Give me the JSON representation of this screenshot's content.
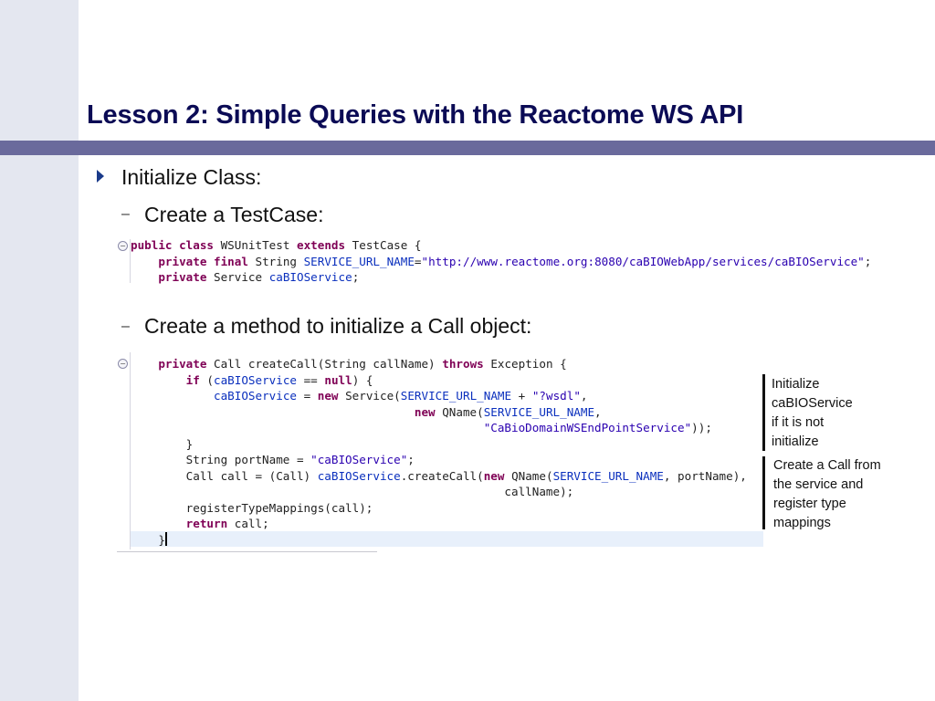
{
  "slide": {
    "title": "Lesson 2: Simple Queries with the Reactome WS API",
    "bullet1": "Initialize Class:",
    "sub1": "Create a TestCase:",
    "sub2": "Create a method to initialize a Call object:",
    "dash_glyph": "–",
    "fold_glyph": "−"
  },
  "code1": [
    [
      [
        "kw",
        "public "
      ],
      [
        "kw",
        "class "
      ],
      [
        "p",
        "WSUnitTest "
      ],
      [
        "kw",
        "extends "
      ],
      [
        "p",
        "TestCase {"
      ]
    ],
    [
      [
        "p",
        "    "
      ],
      [
        "kw",
        "private "
      ],
      [
        "kw",
        "final "
      ],
      [
        "p",
        "String "
      ],
      [
        "fld",
        "SERVICE_URL_NAME"
      ],
      [
        "p",
        "="
      ],
      [
        "str",
        "\"http://www.reactome.org:8080/caBIOWebApp/services/caBIOService\""
      ],
      [
        "p",
        ";"
      ]
    ],
    [
      [
        "p",
        "    "
      ],
      [
        "kw",
        "private "
      ],
      [
        "p",
        "Service "
      ],
      [
        "fld",
        "caBIOService"
      ],
      [
        "p",
        ";"
      ]
    ]
  ],
  "code2": [
    [
      [
        "p",
        "    "
      ],
      [
        "kw",
        "private "
      ],
      [
        "p",
        "Call createCall(String callName) "
      ],
      [
        "kw",
        "throws "
      ],
      [
        "p",
        "Exception {"
      ]
    ],
    [
      [
        "p",
        "        "
      ],
      [
        "kw",
        "if "
      ],
      [
        "p",
        "("
      ],
      [
        "fld",
        "caBIOService"
      ],
      [
        "p",
        " == "
      ],
      [
        "kw",
        "null"
      ],
      [
        "p",
        ") {"
      ]
    ],
    [
      [
        "p",
        "            "
      ],
      [
        "fld",
        "caBIOService"
      ],
      [
        "p",
        " = "
      ],
      [
        "kw",
        "new "
      ],
      [
        "p",
        "Service("
      ],
      [
        "fld",
        "SERVICE_URL_NAME"
      ],
      [
        "p",
        " + "
      ],
      [
        "str",
        "\"?wsdl\""
      ],
      [
        "p",
        ","
      ]
    ],
    [
      [
        "p",
        "                                         "
      ],
      [
        "kw",
        "new "
      ],
      [
        "p",
        "QName("
      ],
      [
        "fld",
        "SERVICE_URL_NAME"
      ],
      [
        "p",
        ","
      ]
    ],
    [
      [
        "p",
        "                                                   "
      ],
      [
        "str",
        "\"CaBioDomainWSEndPointService\""
      ],
      [
        "p",
        "));"
      ]
    ],
    [
      [
        "p",
        "        }"
      ]
    ],
    [
      [
        "p",
        "        String portName = "
      ],
      [
        "str",
        "\"caBIOService\""
      ],
      [
        "p",
        ";"
      ]
    ],
    [
      [
        "p",
        "        Call call = (Call) "
      ],
      [
        "fld",
        "caBIOService"
      ],
      [
        "p",
        ".createCall("
      ],
      [
        "kw",
        "new "
      ],
      [
        "p",
        "QName("
      ],
      [
        "fld",
        "SERVICE_URL_NAME"
      ],
      [
        "p",
        ", portName),"
      ]
    ],
    [
      [
        "p",
        "                                                      callName);"
      ]
    ],
    [
      [
        "p",
        "        registerTypeMappings(call);"
      ]
    ],
    [
      [
        "p",
        "        "
      ],
      [
        "kw",
        "return "
      ],
      [
        "p",
        "call;"
      ]
    ],
    [
      [
        "p",
        "    }"
      ]
    ]
  ],
  "annotations": {
    "note1": [
      "Initialize",
      "caBIOService",
      "if it is not",
      "initialize"
    ],
    "note2": [
      "Create a Call from",
      "the service and",
      "register type",
      "mappings"
    ]
  }
}
